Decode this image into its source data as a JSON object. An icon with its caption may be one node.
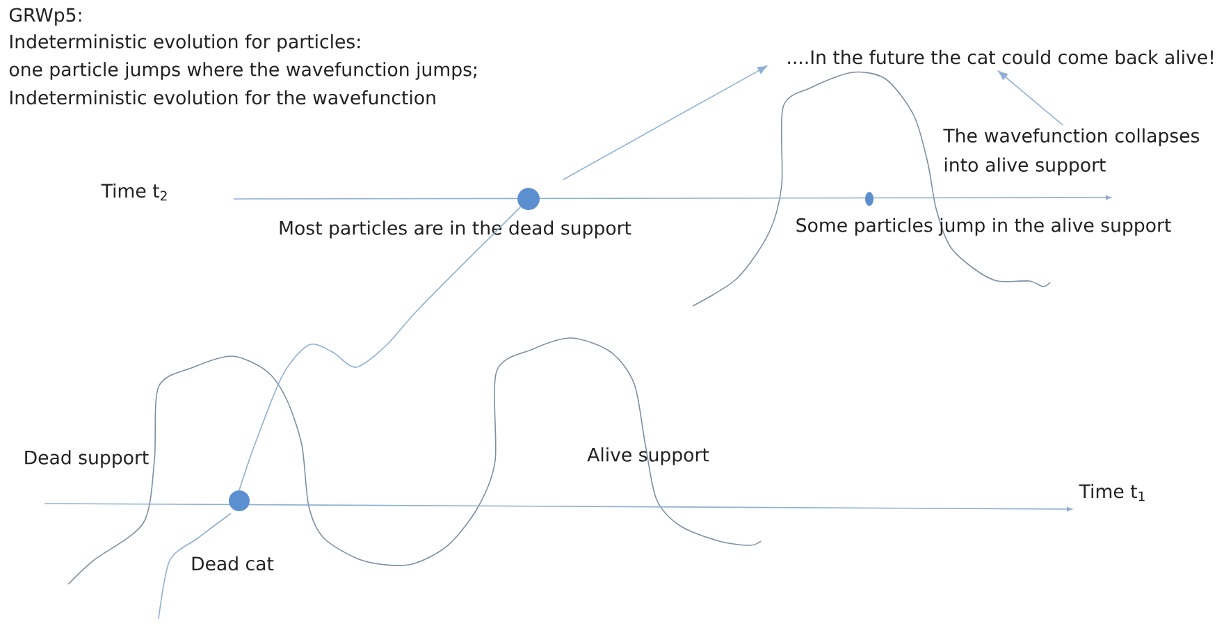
{
  "diagram": {
    "nodes": [
      {
        "text": [
          "....In the future the cat could come back alive!"
        ]
      },
      {
        "text": [
          "The wavefunction collapses into alive support"
        ]
      },
      {
        "text": [],
        "shape": "circle",
        "beside": [
          "Most particles are in the dead support"
        ]
      },
      {
        "text": [],
        "shape": "ellipse",
        "beside": [
          "Some particles jump in the alive support"
        ]
      },
      {
        "text": [],
        "shape": "circle",
        "beside": [
          "Dead cat"
        ]
      }
    ],
    "edges": [
      {
        "from": 2,
        "to": 0,
        "arrow": "to"
      },
      {
        "from": 1,
        "to": 0,
        "arrow": "to"
      },
      {
        "from": 4,
        "to": 2,
        "arrow": "none"
      }
    ],
    "labels": [
      "GRWp5:",
      "Indeterministic evolution for particles:",
      "one particle jumps where the wavefunction jumps;",
      "Indeterministic evolution for the wavefunction",
      "Time t$_{2}$",
      "Dead support",
      "Alive support",
      "Time t$_{1}$"
    ]
  }
}
